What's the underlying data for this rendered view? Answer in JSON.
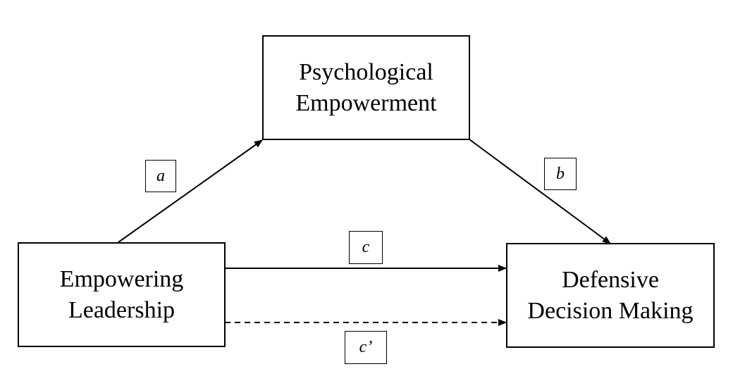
{
  "nodes": {
    "mediator": {
      "line1": "Psychological",
      "line2": "Empowerment"
    },
    "predictor": {
      "line1": "Empowering",
      "line2": "Leadership"
    },
    "outcome": {
      "line1": "Defensive",
      "line2": "Decision Making"
    }
  },
  "paths": {
    "a": "a",
    "b": "b",
    "c": "c",
    "c_prime": "c’"
  },
  "colors": {
    "line": "#000000",
    "background": "#ffffff"
  }
}
